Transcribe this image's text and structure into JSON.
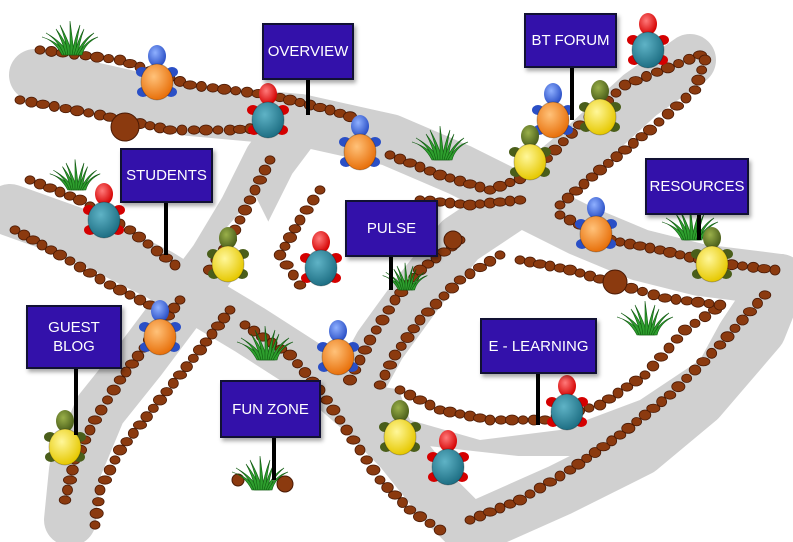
{
  "colors": {
    "path": "#d0d0d0",
    "pebble": "#8b3a0f",
    "sign_bg": "#3311aa",
    "sign_text": "#ffffff",
    "grass": "#2e9e2e"
  },
  "signs": {
    "overview": "OVERVIEW",
    "bt_forum": "BT FORUM",
    "students": "STUDENTS",
    "resources": "RESOURCES",
    "pulse": "PULSE",
    "guest_blog": "GUEST BLOG",
    "e_learning": "E - LEARNING",
    "fun_zone": "FUN ZONE"
  }
}
